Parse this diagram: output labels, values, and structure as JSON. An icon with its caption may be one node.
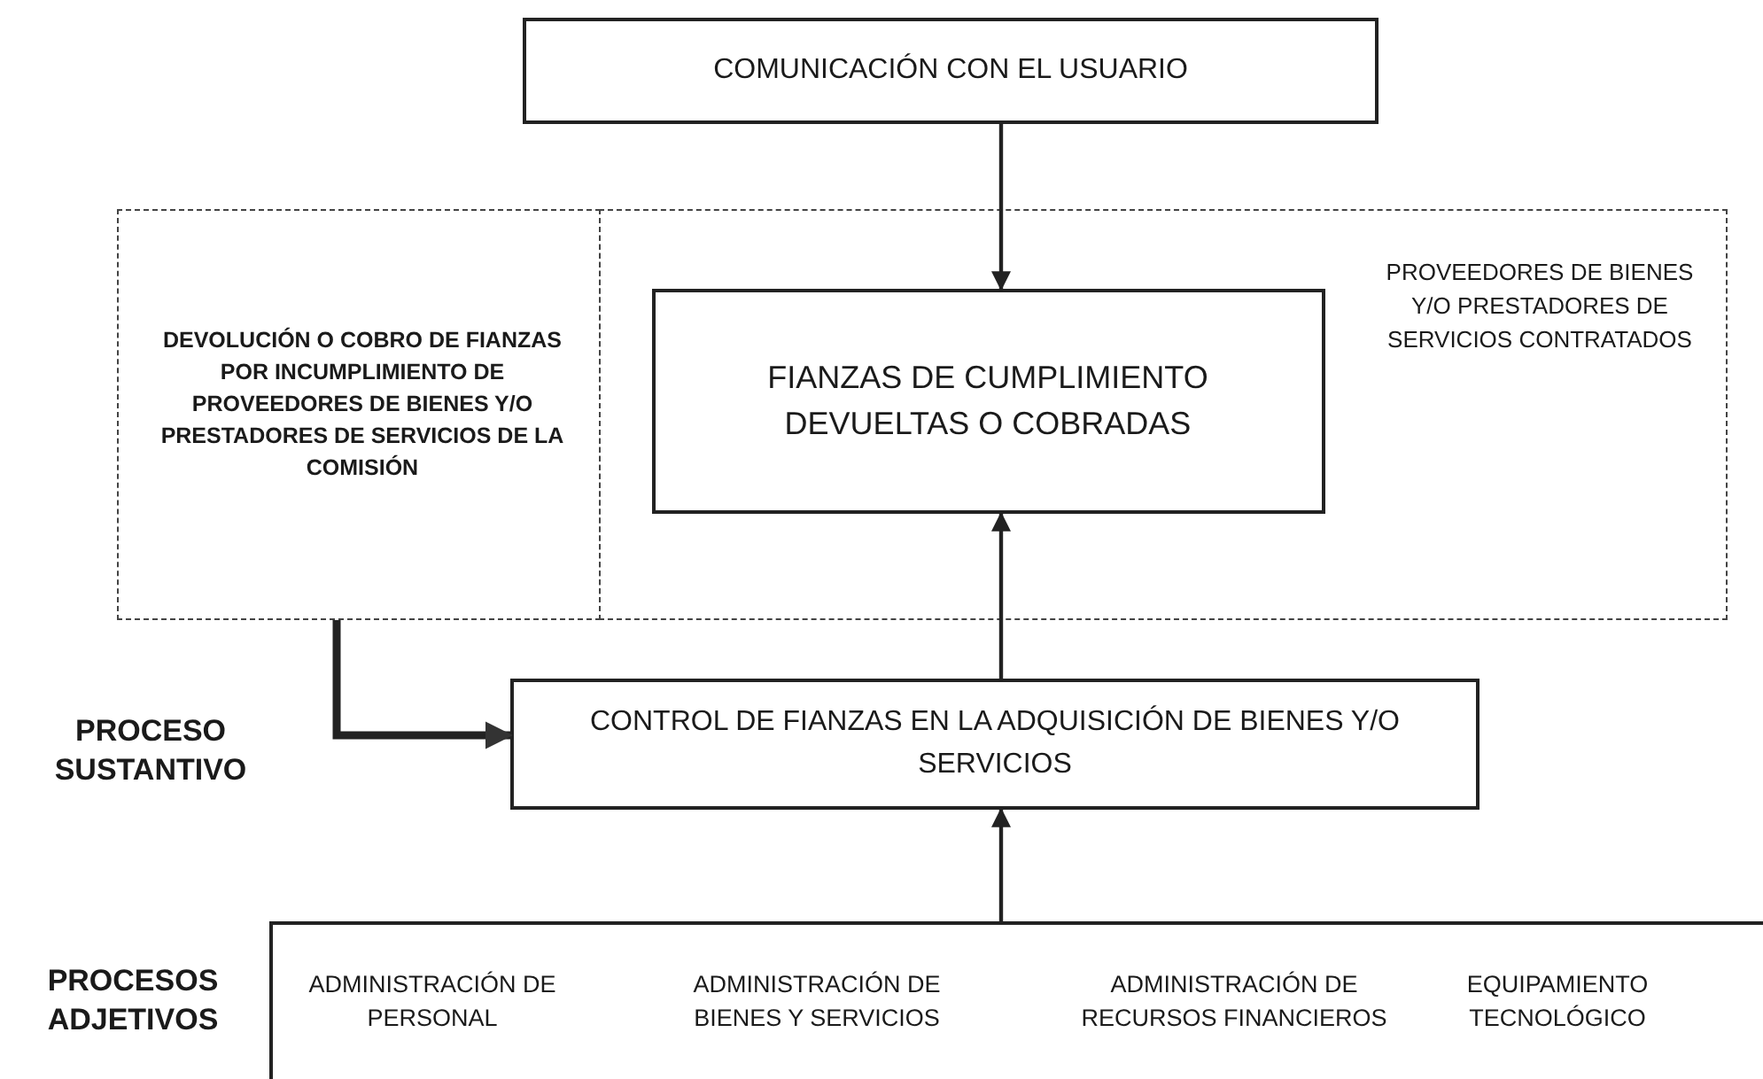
{
  "diagram": {
    "nodes": [
      {
        "text": [
          "COMUNICACIÓN CON EL USUARIO"
        ]
      },
      {
        "text": [
          "DEVOLUCIÓN O COBRO DE FIANZAS POR INCUMPLIMIENTO DE PROVEEDORES DE BIENES Y/O PRESTADORES DE SERVICIOS DE LA COMISIÓN"
        ]
      },
      {
        "text": [
          "PROVEEDORES DE BIENES Y/O PRESTADORES DE SERVICIOS CONTRATADOS"
        ]
      },
      {
        "text": [
          "FIANZAS DE CUMPLIMIENTO DEVUELTAS O COBRADAS"
        ],
        "in": 2
      },
      {
        "text": [
          "CONTROL DE FIANZAS EN LA ADQUISICIÓN DE BIENES Y/O SERVICIOS"
        ]
      },
      {
        "text": [
          "ADMINISTRACIÓN DE PERSONAL",
          "ADMINISTRACIÓN DE BIENES Y SERVICIOS",
          "ADMINISTRACIÓN DE RECURSOS FINANCIEROS",
          "EQUIPAMIENTO TECNOLÓGICO"
        ]
      }
    ],
    "edges": [
      {
        "from": 0,
        "to": 3,
        "arrow": "to"
      },
      {
        "from": 4,
        "to": 3,
        "arrow": "to"
      },
      {
        "from": 5,
        "to": 4,
        "arrow": "to"
      },
      {
        "from": 1,
        "to": 4,
        "arrow": "to",
        "style": "thick"
      }
    ],
    "labels": [
      "PROCESO SUSTANTIVO",
      "PROCESOS ADJETIVOS"
    ]
  }
}
